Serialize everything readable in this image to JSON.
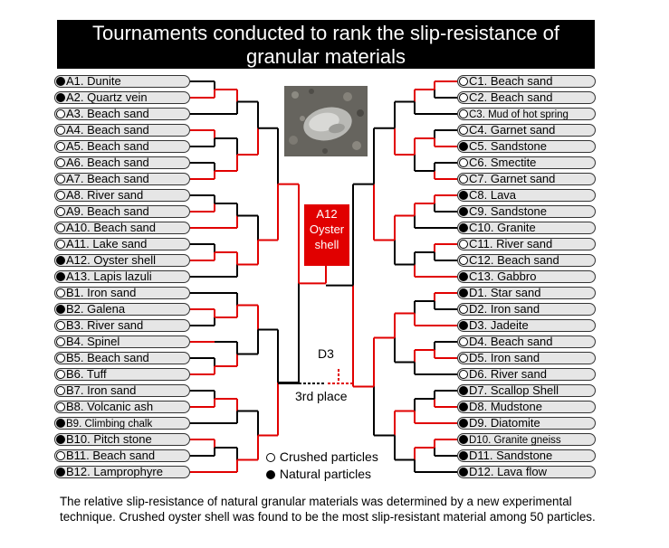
{
  "title": "Tournaments conducted to rank the slip-resistance of granular materials",
  "left_entries": [
    {
      "label": "A1. Dunite",
      "type": "natural"
    },
    {
      "label": "A2. Quartz vein",
      "type": "natural"
    },
    {
      "label": "A3. Beach sand",
      "type": "crushed"
    },
    {
      "label": "A4. Beach sand",
      "type": "crushed"
    },
    {
      "label": "A5. Beach sand",
      "type": "crushed"
    },
    {
      "label": "A6. Beach sand",
      "type": "crushed"
    },
    {
      "label": "A7. Beach sand",
      "type": "crushed"
    },
    {
      "label": "A8. River sand",
      "type": "crushed"
    },
    {
      "label": "A9. Beach sand",
      "type": "crushed"
    },
    {
      "label": "A10. Beach sand",
      "type": "crushed"
    },
    {
      "label": "A11. Lake sand",
      "type": "crushed"
    },
    {
      "label": "A12. Oyster shell",
      "type": "natural"
    },
    {
      "label": "A13. Lapis lazuli",
      "type": "natural"
    },
    {
      "label": "B1. Iron sand",
      "type": "crushed"
    },
    {
      "label": "B2. Galena",
      "type": "natural"
    },
    {
      "label": "B3. River sand",
      "type": "crushed"
    },
    {
      "label": "B4. Spinel",
      "type": "crushed"
    },
    {
      "label": "B5. Beach sand",
      "type": "crushed"
    },
    {
      "label": "B6. Tuff",
      "type": "crushed"
    },
    {
      "label": "B7. Iron sand",
      "type": "crushed"
    },
    {
      "label": "B8. Volcanic ash",
      "type": "crushed"
    },
    {
      "label": "B9. Climbing chalk",
      "type": "natural"
    },
    {
      "label": "B10. Pitch stone",
      "type": "natural"
    },
    {
      "label": "B11. Beach sand",
      "type": "crushed"
    },
    {
      "label": "B12. Lamprophyre",
      "type": "natural"
    }
  ],
  "right_entries": [
    {
      "label": "C1. Beach sand",
      "type": "crushed"
    },
    {
      "label": "C2. Beach sand",
      "type": "crushed"
    },
    {
      "label": "C3. Mud of hot spring",
      "type": "crushed"
    },
    {
      "label": "C4. Garnet sand",
      "type": "crushed"
    },
    {
      "label": "C5. Sandstone",
      "type": "natural"
    },
    {
      "label": "C6. Smectite",
      "type": "crushed"
    },
    {
      "label": "C7. Garnet sand",
      "type": "crushed"
    },
    {
      "label": "C8. Lava",
      "type": "natural"
    },
    {
      "label": "C9. Sandstone",
      "type": "natural"
    },
    {
      "label": "C10. Granite",
      "type": "natural"
    },
    {
      "label": "C11. River sand",
      "type": "crushed"
    },
    {
      "label": "C12. Beach sand",
      "type": "crushed"
    },
    {
      "label": "C13. Gabbro",
      "type": "natural"
    },
    {
      "label": "D1. Star sand",
      "type": "natural"
    },
    {
      "label": "D2. Iron sand",
      "type": "crushed"
    },
    {
      "label": "D3. Jadeite",
      "type": "natural"
    },
    {
      "label": "D4. Beach sand",
      "type": "crushed"
    },
    {
      "label": "D5. Iron sand",
      "type": "crushed"
    },
    {
      "label": "D6. River sand",
      "type": "crushed"
    },
    {
      "label": "D7. Scallop Shell",
      "type": "natural"
    },
    {
      "label": "D8. Mudstone",
      "type": "natural"
    },
    {
      "label": "D9. Diatomite",
      "type": "natural"
    },
    {
      "label": "D10. Granite gneiss",
      "type": "natural"
    },
    {
      "label": "D11. Sandstone",
      "type": "natural"
    },
    {
      "label": "D12. Lava flow",
      "type": "natural"
    }
  ],
  "winner": {
    "line1": "A12",
    "line2": "Oyster",
    "line3": "shell"
  },
  "third_place": {
    "name": "D3",
    "label": "3rd place"
  },
  "legend": {
    "crushed": "Crushed particles",
    "natural": "Natural particles"
  },
  "caption": {
    "line1": "The relative slip-resistance of natural granular materials was determined by a new experimental",
    "line2": "technique. Crushed oyster shell was found to be the most slip-resistant material among 50 particles."
  },
  "colors": {
    "winner_path": "#e10000",
    "lost_path": "#000000",
    "title_bg": "#000000"
  }
}
